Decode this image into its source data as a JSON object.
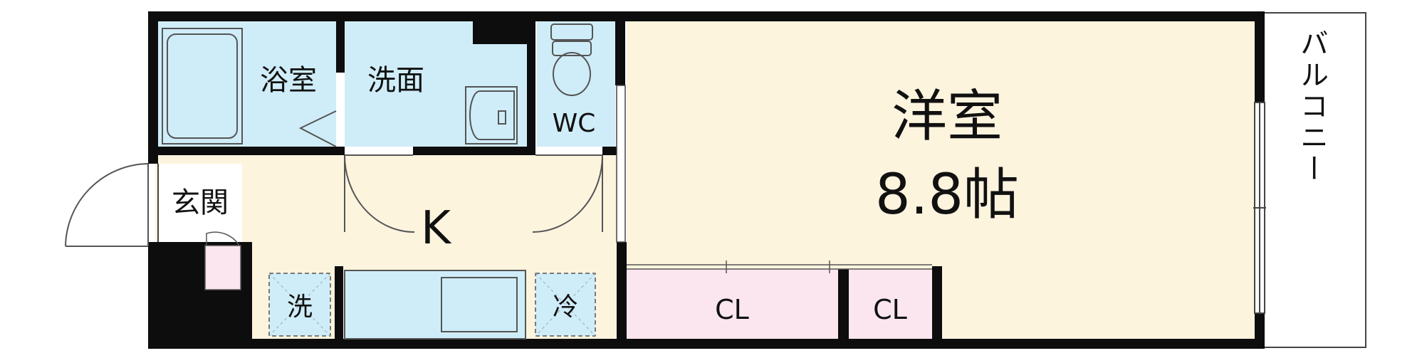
{
  "colors": {
    "wall": "#0d0d0d",
    "wet_area": "#cfedf8",
    "living": "#fdf4de",
    "closet": "#fbe6ef",
    "balcony": "#ffffff",
    "fixture_stroke": "#555555"
  },
  "rooms": {
    "bath": "浴室",
    "washroom": "洗面",
    "toilet": "WC",
    "entrance": "玄関",
    "kitchen": "K",
    "western_room": "洋室",
    "western_room_size": "8.8帖",
    "balcony": "バルコニー",
    "closet_1": "CL",
    "closet_2": "CL"
  },
  "fixtures": {
    "washer_space": "洗",
    "fridge_space": "冷"
  },
  "icons": [
    "bathtub-icon",
    "washbasin-icon",
    "toilet-icon",
    "door-swing-icon",
    "kitchen-sink-icon"
  ]
}
